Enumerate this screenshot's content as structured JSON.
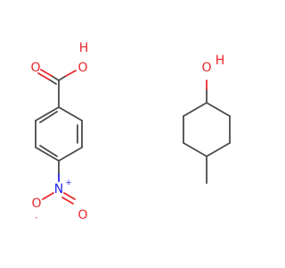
{
  "molecules": [
    {
      "atoms": {
        "carboxyl_oxygen": "O",
        "hydroxyl_oxygen": "O",
        "hydroxyl_hydrogen": "H",
        "nitro_nitrogen": "N",
        "nitro_nitrogen_charge": "+",
        "nitro_oxygen_single": "O",
        "nitro_oxygen_single_charge": "-",
        "nitro_oxygen_double": "O"
      }
    },
    {
      "atoms": {
        "hydroxyl_oxygen": "O",
        "hydroxyl_hydrogen": "H"
      }
    }
  ],
  "colors": {
    "bond": "#4a4a4a",
    "oxygen": "#e8272a",
    "nitrogen": "#2222ee"
  }
}
